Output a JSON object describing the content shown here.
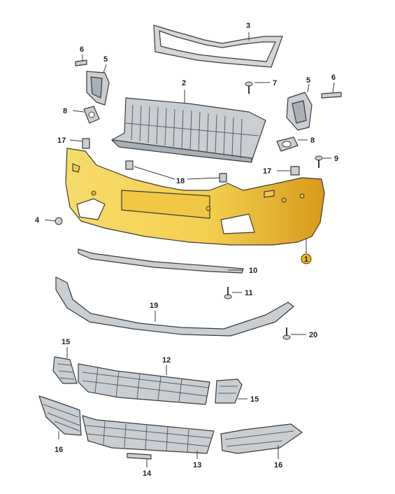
{
  "callouts": [
    {
      "id": "c3",
      "text": "3"
    },
    {
      "id": "c6a",
      "text": "6"
    },
    {
      "id": "c5a",
      "text": "5"
    },
    {
      "id": "c2",
      "text": "2"
    },
    {
      "id": "c7",
      "text": "7"
    },
    {
      "id": "c5b",
      "text": "5"
    },
    {
      "id": "c6b",
      "text": "6"
    },
    {
      "id": "c8a",
      "text": "8"
    },
    {
      "id": "c8b",
      "text": "8"
    },
    {
      "id": "c17a",
      "text": "17"
    },
    {
      "id": "c9",
      "text": "9"
    },
    {
      "id": "c17b",
      "text": "17"
    },
    {
      "id": "c18",
      "text": "18"
    },
    {
      "id": "c4",
      "text": "4"
    },
    {
      "id": "c1",
      "text": "1"
    },
    {
      "id": "c10",
      "text": "10"
    },
    {
      "id": "c11",
      "text": "11"
    },
    {
      "id": "c19",
      "text": "19"
    },
    {
      "id": "c20",
      "text": "20"
    },
    {
      "id": "c15a",
      "text": "15"
    },
    {
      "id": "c12",
      "text": "12"
    },
    {
      "id": "c15b",
      "text": "15"
    },
    {
      "id": "c16a",
      "text": "16"
    },
    {
      "id": "c14",
      "text": "14"
    },
    {
      "id": "c13",
      "text": "13"
    },
    {
      "id": "c16b",
      "text": "16"
    }
  ],
  "colors": {
    "bumper_light": "#f7dc6a",
    "bumper_dark": "#d99a1a",
    "part_grey": "#c9ced3",
    "highlight_badge": "#f2b705"
  }
}
